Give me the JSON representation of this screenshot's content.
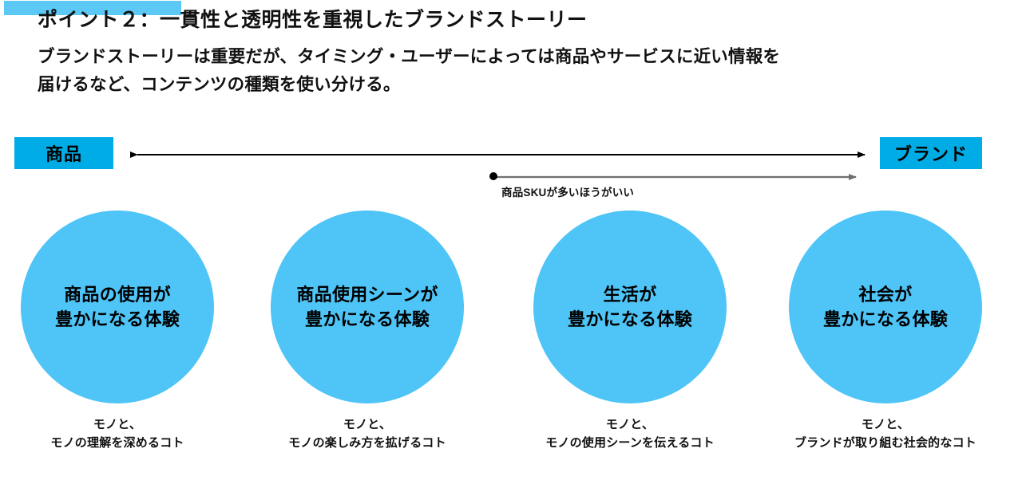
{
  "slide": {
    "headline": "ポイント２：一貫性と透明性を重視したブランドストーリー",
    "subline_line1": "ブランドストーリーは重要だが、タイミング・ユーザーによっては商品やサービスに近い情報を",
    "subline_line2": "届けるなど、コンテンツの種類を使い分ける。",
    "highlight_color": "#5bc8f5"
  },
  "axis": {
    "left_label": "商品",
    "right_label": "ブランド",
    "label_bg_color": "#00ace5",
    "main_arrow_color": "#000000",
    "annotation_arrow_color": "#7f7f7f",
    "annotation": "商品SKUが多いほうがいい"
  },
  "circles": [
    {
      "id": "circle-1",
      "line1": "商品の使用が",
      "line2": "豊かになる体験",
      "color": "#4ec4f7"
    },
    {
      "id": "circle-2",
      "line1": "商品使用シーンが",
      "line2": "豊かになる体験",
      "color": "#4ec4f7"
    },
    {
      "id": "circle-3",
      "line1": "生活が",
      "line2": "豊かになる体験",
      "color": "#4ec4f7"
    },
    {
      "id": "circle-4",
      "line1": "社会が",
      "line2": "豊かになる体験",
      "color": "#4ec4f7"
    }
  ],
  "captions": [
    {
      "id": "caption-1",
      "line1": "モノと、",
      "line2": "モノの理解を深めるコト"
    },
    {
      "id": "caption-2",
      "line1": "モノと、",
      "line2": "モノの楽しみ方を拡げるコト"
    },
    {
      "id": "caption-3",
      "line1": "モノと、",
      "line2": "モノの使用シーンを伝えるコト"
    },
    {
      "id": "caption-4",
      "line1": "モノと、",
      "line2": "ブランドが取り組む社会的なコト"
    }
  ]
}
